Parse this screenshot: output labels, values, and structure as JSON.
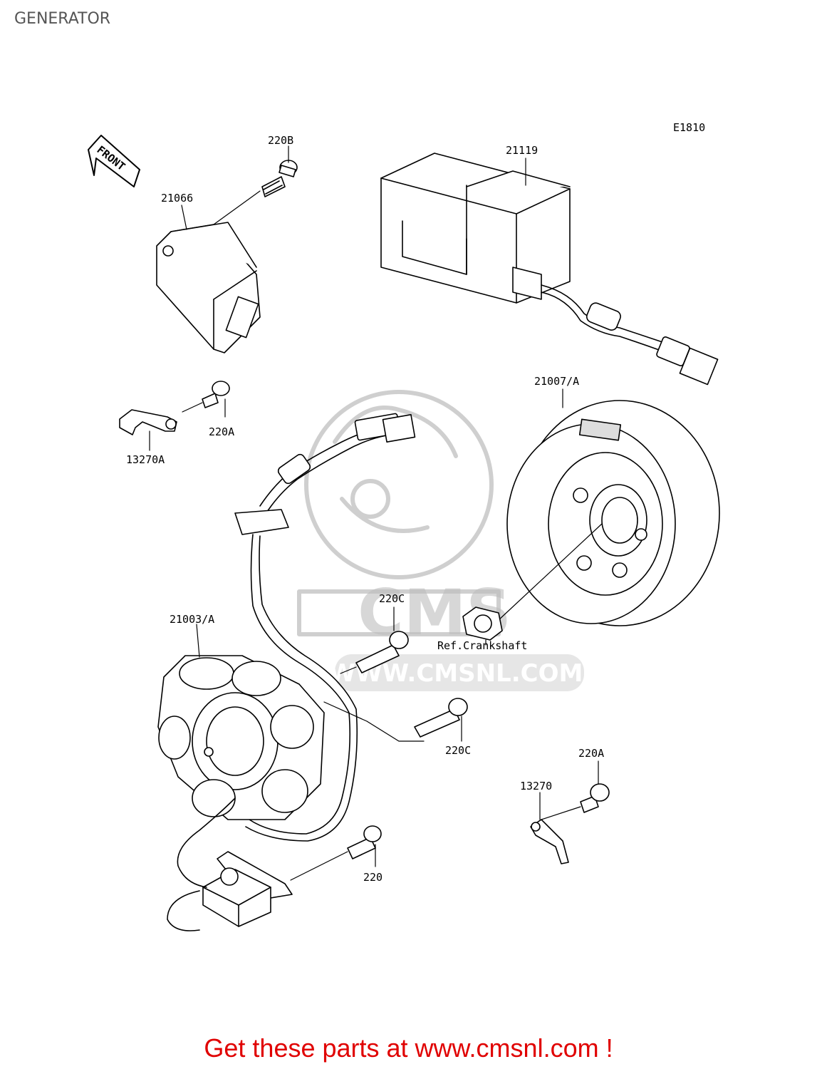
{
  "page": {
    "title": "GENERATOR"
  },
  "diagram": {
    "code": "E1810",
    "front_marker": "FRONT",
    "watermark_url": "WWW.CMSNL.COM",
    "watermark_logo": "CMS",
    "parts": {
      "p220b": "220B",
      "p21119": "21119",
      "p21066": "21066",
      "p21007a": "21007/A",
      "p220a_top": "220A",
      "p13270a": "13270A",
      "p220c_top": "220C",
      "p21003a": "21003/A",
      "ref_crankshaft": "Ref.Crankshaft",
      "p220c_bottom": "220C",
      "p220a_bottom": "220A",
      "p13270": "13270",
      "p220": "220"
    }
  },
  "footer": {
    "cta_text": "Get these parts at www.cmsnl.com !"
  },
  "colors": {
    "cta": "#e00000",
    "line": "#000000",
    "watermark": "#bdbdbd"
  }
}
